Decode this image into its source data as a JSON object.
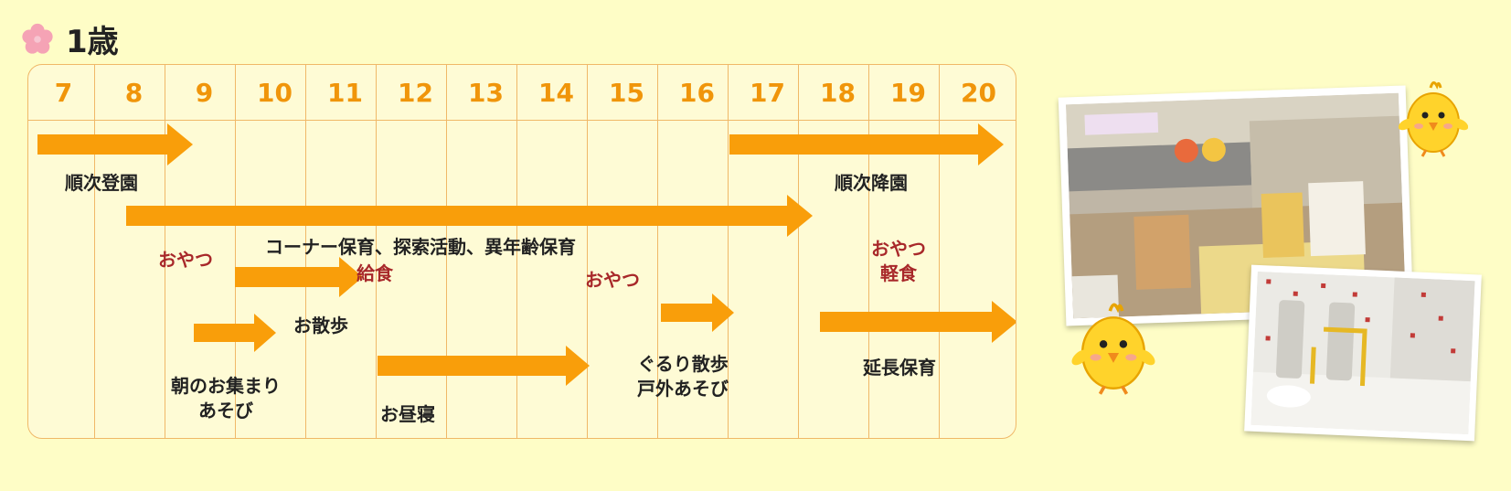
{
  "title": "1歳",
  "hours": [
    "7",
    "8",
    "9",
    "10",
    "11",
    "12",
    "13",
    "14",
    "15",
    "16",
    "17",
    "18",
    "19",
    "20"
  ],
  "activities": {
    "arrival": "順次登園",
    "departure": "順次降園",
    "corner": "コーナー保育、探索活動、異年齢保育",
    "snack_am": "おやつ",
    "lunch": "給食",
    "walk": "お散歩",
    "morning_line1": "朝のお集まり",
    "morning_line2": "あそび",
    "nap": "お昼寝",
    "snack_pm": "おやつ",
    "walk_pm_line1": "ぐるり散歩",
    "walk_pm_line2": "戸外あそび",
    "snack_eve_line1": "おやつ",
    "snack_eve_line2": "軽食",
    "extended": "延長保育"
  },
  "colors": {
    "accent": "#f99e0a",
    "grid": "#f0b868",
    "hour_text": "#f0950a",
    "red_text": "#a8282a",
    "background": "#fefdc6"
  },
  "icons": [
    "sakura-flower-icon",
    "chick-icon"
  ]
}
